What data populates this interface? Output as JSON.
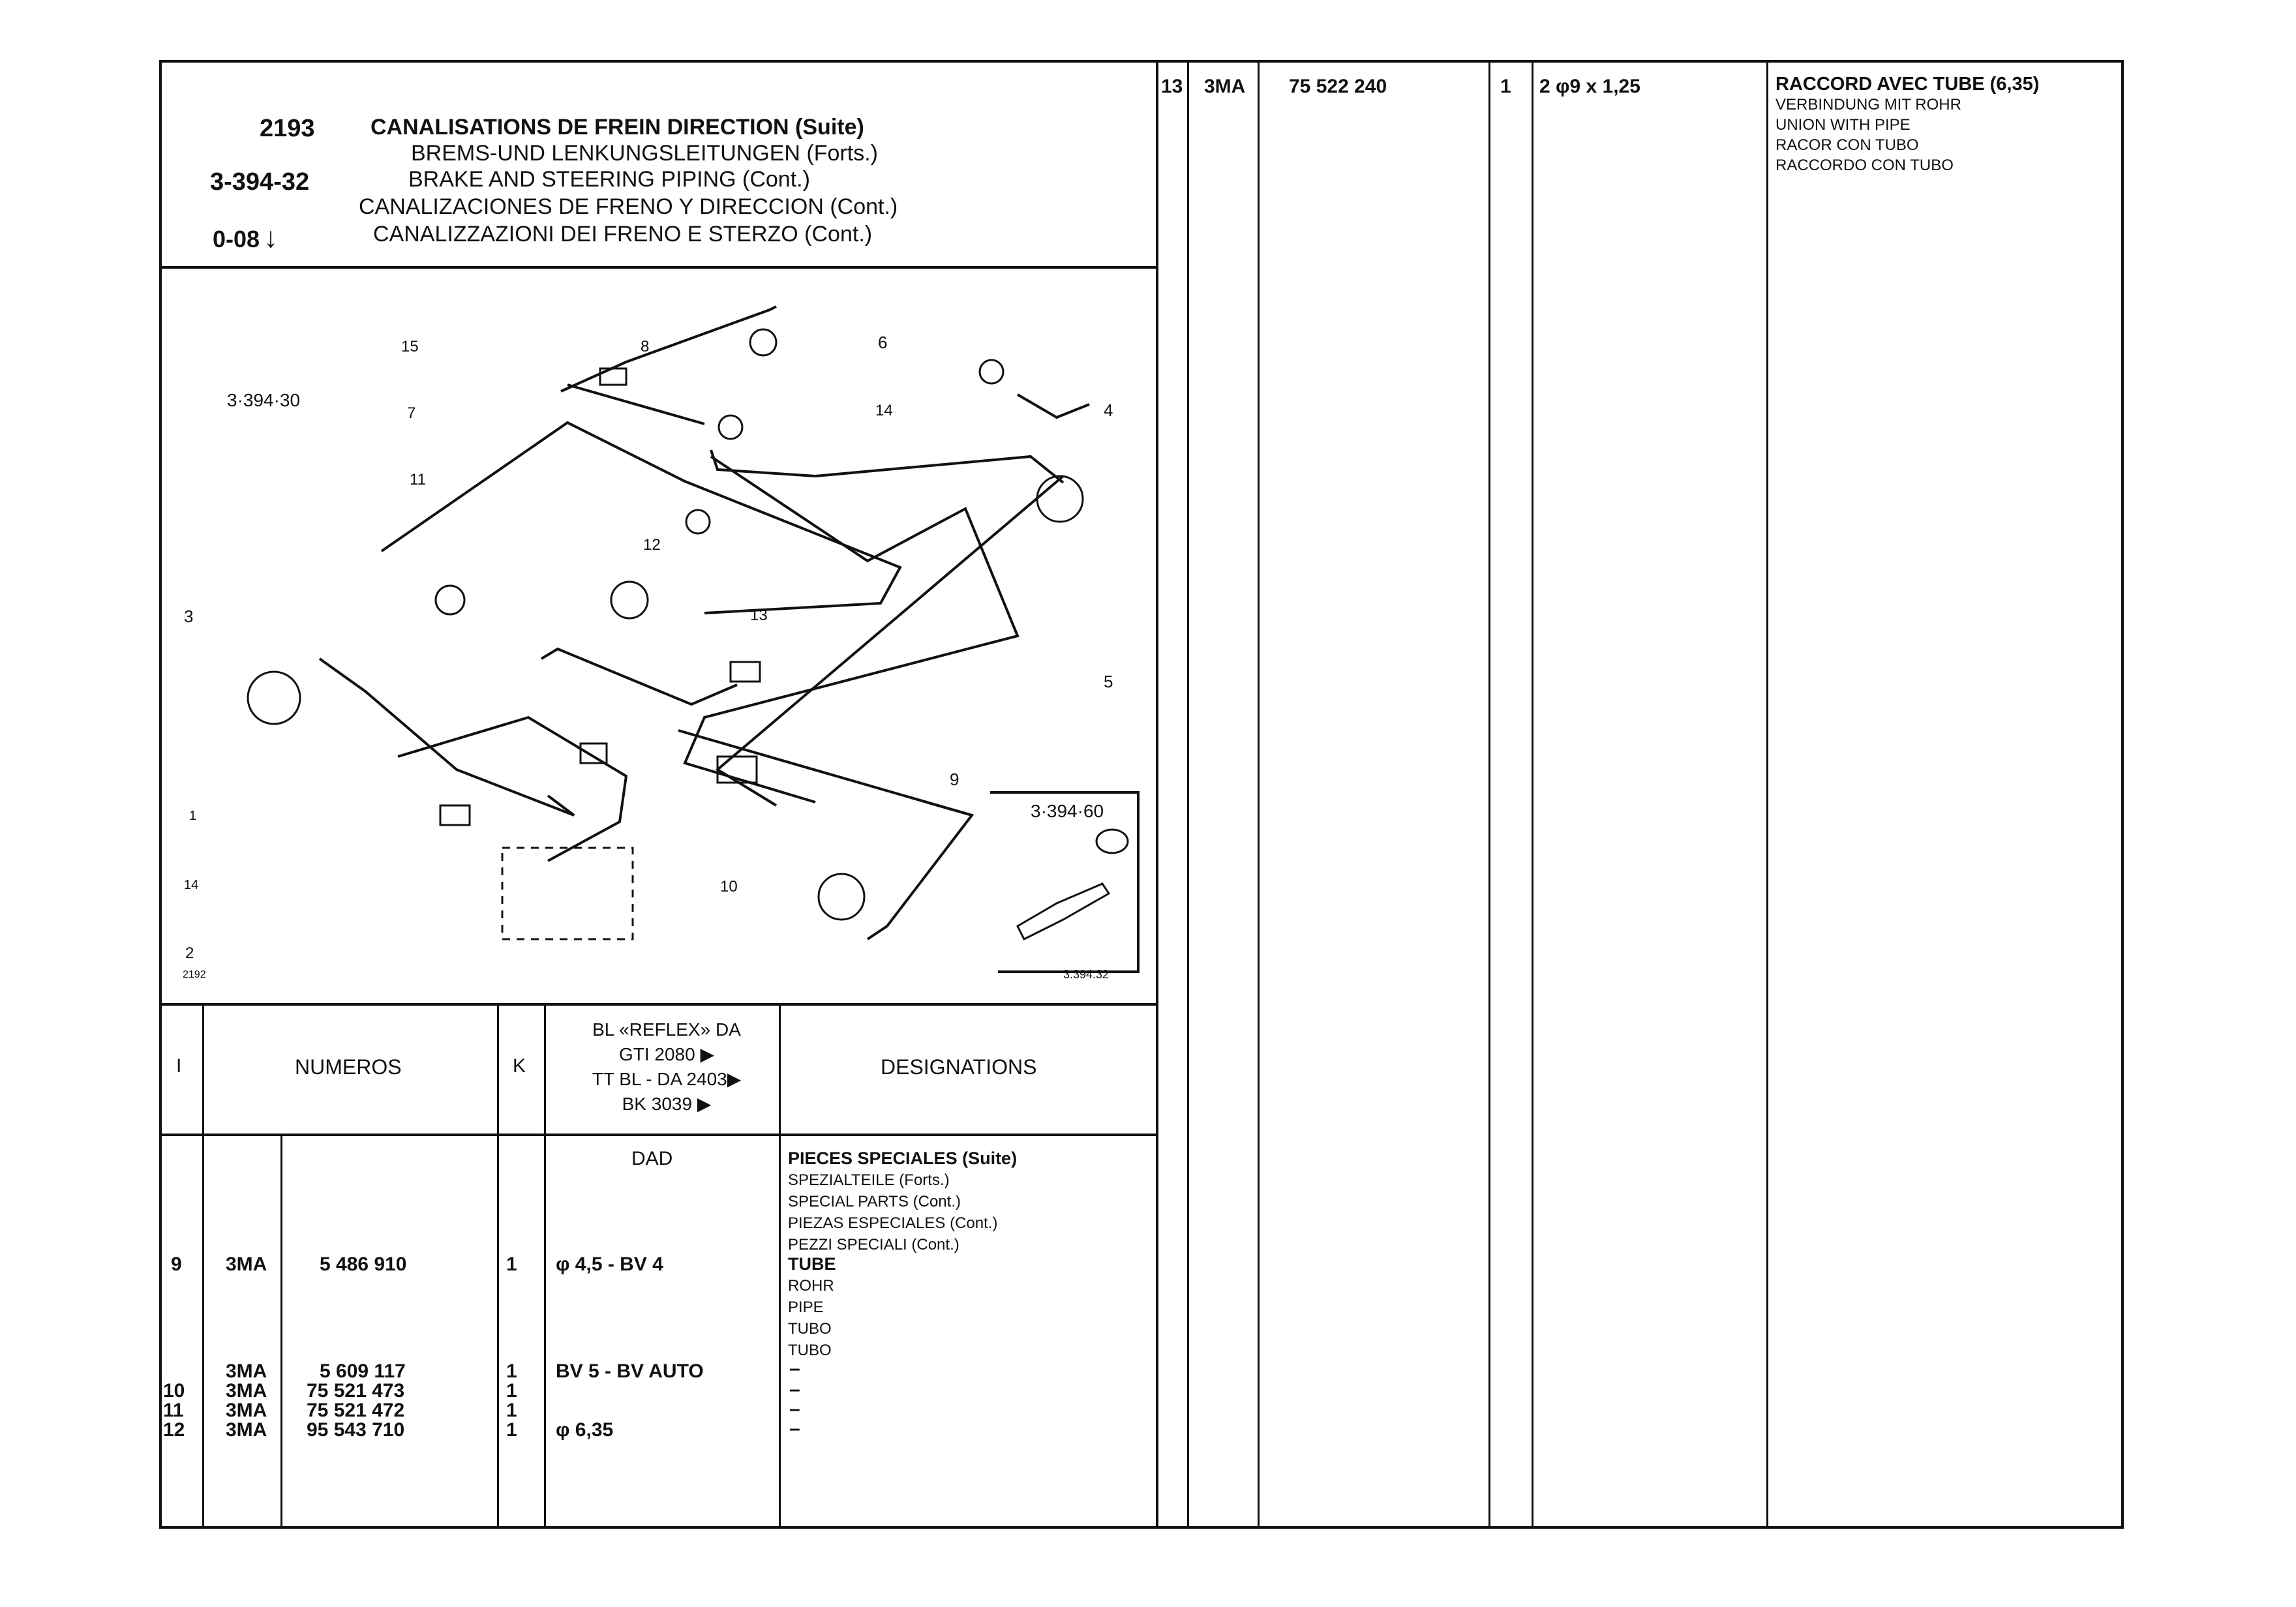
{
  "header": {
    "code": "2193",
    "ref": "3-394-32",
    "range": "0-08",
    "range_arrow": "↓",
    "titles": [
      "CANALISATIONS DE FREIN DIRECTION (Suite)",
      "BREMS-UND LENKUNGSLEITUNGEN (Forts.)",
      "BRAKE AND STEERING PIPING (Cont.)",
      "CANALIZACIONES DE FRENO Y DIRECCION (Cont.)",
      "CANALIZZAZIONI DEI FRENO E STERZO (Cont.)"
    ]
  },
  "diagram": {
    "ref_top": "3·394·30",
    "ref_inset": "3·394·60",
    "ref_bottom": "3.394.32",
    "ref_corner": "2192",
    "callouts": [
      "15",
      "8",
      "6",
      "7",
      "14",
      "4",
      "11",
      "12",
      "3",
      "13",
      "5",
      "9",
      "10",
      "1",
      "14",
      "2"
    ]
  },
  "table_header": {
    "col_i": "I",
    "col_numeros": "NUMEROS",
    "col_k": "K",
    "col_models": [
      "BL «REFLEX» DA",
      "GTI 2080 ▶",
      "TT BL - DA   2403▶",
      "BK 3039 ▶"
    ],
    "col_designations": "DESIGNATIONS"
  },
  "left_rows": {
    "dad": "DAD",
    "section_title": "PIECES SPECIALES (Suite)",
    "section_lines": [
      "SPEZIALTEILE (Forts.)",
      "SPECIAL PARTS (Cont.)",
      "PIEZAS ESPECIALES (Cont.)",
      "PEZZI SPECIALI (Cont.)"
    ],
    "row9": {
      "i": "9",
      "code": "3MA",
      "num": "5 486 910",
      "k": "1",
      "spec": "φ 4,5 - BV 4",
      "name": "TUBE",
      "lines": [
        "ROHR",
        "PIPE",
        "TUBO",
        "TUBO"
      ]
    },
    "rows": [
      {
        "i": "",
        "code": "3MA",
        "num": "5 609 117",
        "k": "1",
        "spec": "BV 5 - BV AUTO",
        "name": "–"
      },
      {
        "i": "10",
        "code": "3MA",
        "num": "75 521 473",
        "k": "1",
        "spec": "",
        "name": "–"
      },
      {
        "i": "11",
        "code": "3MA",
        "num": "75 521 472",
        "k": "1",
        "spec": "",
        "name": "–"
      },
      {
        "i": "12",
        "code": "3MA",
        "num": "95 543 710",
        "k": "1",
        "spec": "φ 6,35",
        "name": "–"
      }
    ]
  },
  "right_row": {
    "i": "13",
    "code": "3MA",
    "num": "75 522 240",
    "k": "1",
    "spec": "2 φ9 x 1,25",
    "name": "RACCORD AVEC TUBE (6,35)",
    "lines": [
      "VERBINDUNG MIT ROHR",
      "UNION WITH PIPE",
      "RACOR CON TUBO",
      "RACCORDO CON  TUBO"
    ]
  }
}
